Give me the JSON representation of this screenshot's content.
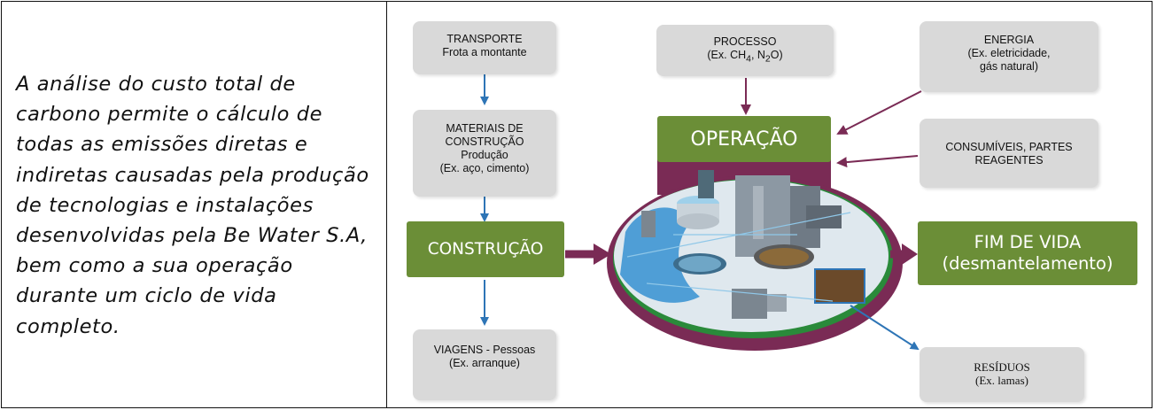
{
  "description_text": "A análise do custo total de carbono permite o cálculo de todas as emissões diretas e indiretas causadas pela produção de tecnologias e instalações desenvolvidas pela Be Water S.A, bem como a sua operação durante um ciclo de vida completo.",
  "boxes": {
    "transporte": {
      "title": "TRANSPORTE",
      "sub": "Frota a montante"
    },
    "materiais": {
      "line1": "MATERIAIS DE",
      "line2": "CONSTRUÇÃO",
      "line3": "Produção",
      "line4": "(Ex. aço, cimento)"
    },
    "viagens": {
      "title": "VIAGENS - Pessoas",
      "sub": "(Ex. arranque)"
    },
    "processo": {
      "title": "PROCESSO",
      "sub_prefix": "(Ex. CH",
      "sub_sub1": "4",
      "sub_mid": ", N",
      "sub_sub2": "2",
      "sub_suffix": "O)"
    },
    "energia": {
      "title": "ENERGIA",
      "line2": "(Ex. eletricidade,",
      "line3": "gás natural)"
    },
    "consumiveis": {
      "line1": "CONSUMÍVEIS, PARTES",
      "line2": "REAGENTES"
    },
    "residuos": {
      "title": "RESÍDUOS",
      "sub": "(Ex. lamas)"
    }
  },
  "stages": {
    "construcao": "CONSTRUÇÃO",
    "operacao": "OPERAÇÃO",
    "fim_line1": "FIM DE VIDA",
    "fim_line2": "(desmantelamento)"
  },
  "colors": {
    "green": "#6b8e37",
    "purple": "#7a2b55",
    "blue_arrow": "#2e75b6",
    "gray_box": "#d9d9d9"
  }
}
